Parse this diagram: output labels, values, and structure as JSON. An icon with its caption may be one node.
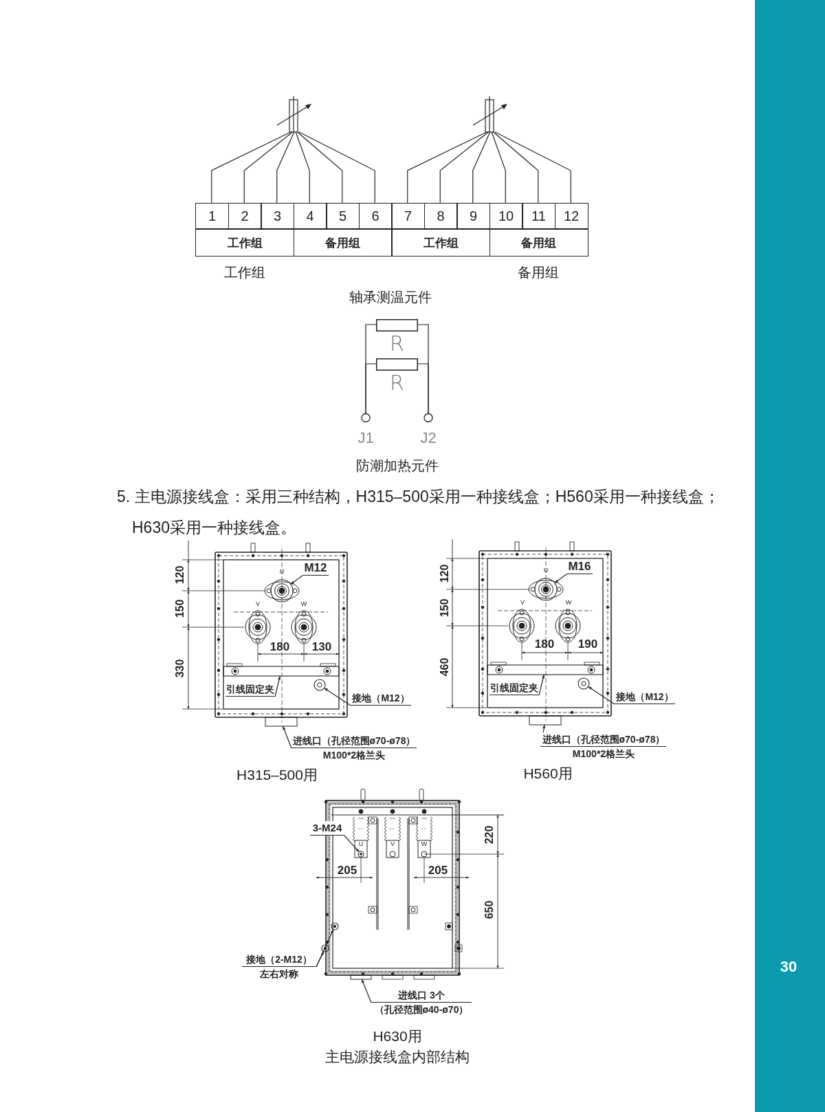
{
  "diagram": {
    "nodes": [
      {
        "text": [],
        "shape": "picture"
      },
      {
        "text": [],
        "shape": "picture"
      },
      {
        "text": [
          "1"
        ]
      },
      {
        "text": [
          "2"
        ]
      },
      {
        "text": [
          "3"
        ]
      },
      {
        "text": [
          "4"
        ]
      },
      {
        "text": [
          "5"
        ]
      },
      {
        "text": [
          "6"
        ]
      },
      {
        "text": [
          "7"
        ]
      },
      {
        "text": [
          "8"
        ]
      },
      {
        "text": [
          "9"
        ]
      },
      {
        "text": [
          "10"
        ]
      },
      {
        "text": [
          "11"
        ]
      },
      {
        "text": [
          "12"
        ]
      },
      {
        "text": [
          "工作组"
        ]
      },
      {
        "text": [
          "备用组"
        ]
      },
      {
        "text": [
          "工作组"
        ]
      },
      {
        "text": [
          "备用组"
        ]
      },
      {
        "text": [
          "R"
        ]
      },
      {
        "text": [
          "R"
        ]
      },
      {
        "text": [
          "J1"
        ]
      },
      {
        "text": [
          "J2"
        ]
      },
      {
        "text": [
          "M12"
        ]
      },
      {
        "text": [],
        "shape": "circle"
      },
      {
        "text": [
          "引线固定夹"
        ]
      },
      {
        "text": [],
        "shape": "bar"
      },
      {
        "text": [
          "接地（M12）"
        ]
      },
      {
        "text": [],
        "shape": "circle"
      },
      {
        "text": [
          "进线口（孔径范围ø70-ø78）",
          "M100*2格兰头"
        ]
      },
      {
        "text": [],
        "shape": "box"
      },
      {
        "text": [
          "M16"
        ]
      },
      {
        "text": [],
        "shape": "circle"
      },
      {
        "text": [
          "引线固定夹"
        ]
      },
      {
        "text": [],
        "shape": "bar"
      },
      {
        "text": [
          "接地（M12）"
        ]
      },
      {
        "text": [],
        "shape": "circle"
      },
      {
        "text": [
          "进线口（孔径范围ø70-ø78）",
          "M100*2格兰头"
        ]
      },
      {
        "text": [],
        "shape": "box"
      },
      {
        "text": [
          "3-M24"
        ]
      },
      {
        "text": [],
        "shape": "circle"
      },
      {
        "text": [
          "接地（2-M12）",
          "左右对称"
        ]
      },
      {
        "text": [],
        "shape": "circle"
      },
      {
        "text": [],
        "shape": "circle"
      },
      {
        "text": [
          "进线口 3个",
          "（孔径范围ø40-ø70）"
        ]
      },
      {
        "text": [],
        "shape": "box"
      }
    ],
    "edges": [
      {
        "from": 0,
        "to": 2,
        "arrow": "none"
      },
      {
        "from": 0,
        "to": 3,
        "arrow": "none"
      },
      {
        "from": 0,
        "to": 4,
        "arrow": "none"
      },
      {
        "from": 0,
        "to": 5,
        "arrow": "none"
      },
      {
        "from": 0,
        "to": 6,
        "arrow": "none"
      },
      {
        "from": 0,
        "to": 7,
        "arrow": "none"
      },
      {
        "from": 1,
        "to": 8,
        "arrow": "none"
      },
      {
        "from": 1,
        "to": 9,
        "arrow": "none"
      },
      {
        "from": 1,
        "to": 10,
        "arrow": "none"
      },
      {
        "from": 1,
        "to": 11,
        "arrow": "none"
      },
      {
        "from": 1,
        "to": 12,
        "arrow": "none"
      },
      {
        "from": 1,
        "to": 13,
        "arrow": "none"
      },
      {
        "from": 20,
        "to": 18,
        "arrow": "none"
      },
      {
        "from": 20,
        "to": 19,
        "arrow": "none"
      },
      {
        "from": 18,
        "to": 21,
        "arrow": "none"
      },
      {
        "from": 19,
        "to": 21,
        "arrow": "none"
      },
      {
        "from": 22,
        "to": 23,
        "arrow": "to"
      },
      {
        "from": 24,
        "to": 25,
        "arrow": "to"
      },
      {
        "from": 26,
        "to": 27,
        "arrow": "to"
      },
      {
        "from": 28,
        "to": 29,
        "arrow": "to"
      },
      {
        "from": 30,
        "to": 31,
        "arrow": "to"
      },
      {
        "from": 32,
        "to": 33,
        "arrow": "to"
      },
      {
        "from": 34,
        "to": 35,
        "arrow": "to"
      },
      {
        "from": 36,
        "to": 37,
        "arrow": "to"
      },
      {
        "from": 38,
        "to": 39,
        "arrow": "to"
      },
      {
        "from": 40,
        "to": 41,
        "arrow": "to"
      },
      {
        "from": 40,
        "to": 42,
        "arrow": "to"
      },
      {
        "from": 43,
        "to": 44,
        "arrow": "to"
      }
    ],
    "labels": [
      "工作组",
      "备用组",
      "轴承测温元件",
      "防潮加热元件",
      "5. 主电源接线盒：采用三种结构，H315–500采用一种接线盒；H560采用一种接线盒；H630采用一种接线盒。",
      "120",
      "150",
      "330",
      "U",
      "V",
      "W",
      "180",
      "130",
      "H315–500用",
      "120",
      "150",
      "460",
      "U",
      "V",
      "W",
      "180",
      "190",
      "H560用",
      "U",
      "V",
      "W",
      "220",
      "205",
      "205",
      "650",
      "H630用",
      "主电源接线盒内部结构",
      "30"
    ]
  }
}
